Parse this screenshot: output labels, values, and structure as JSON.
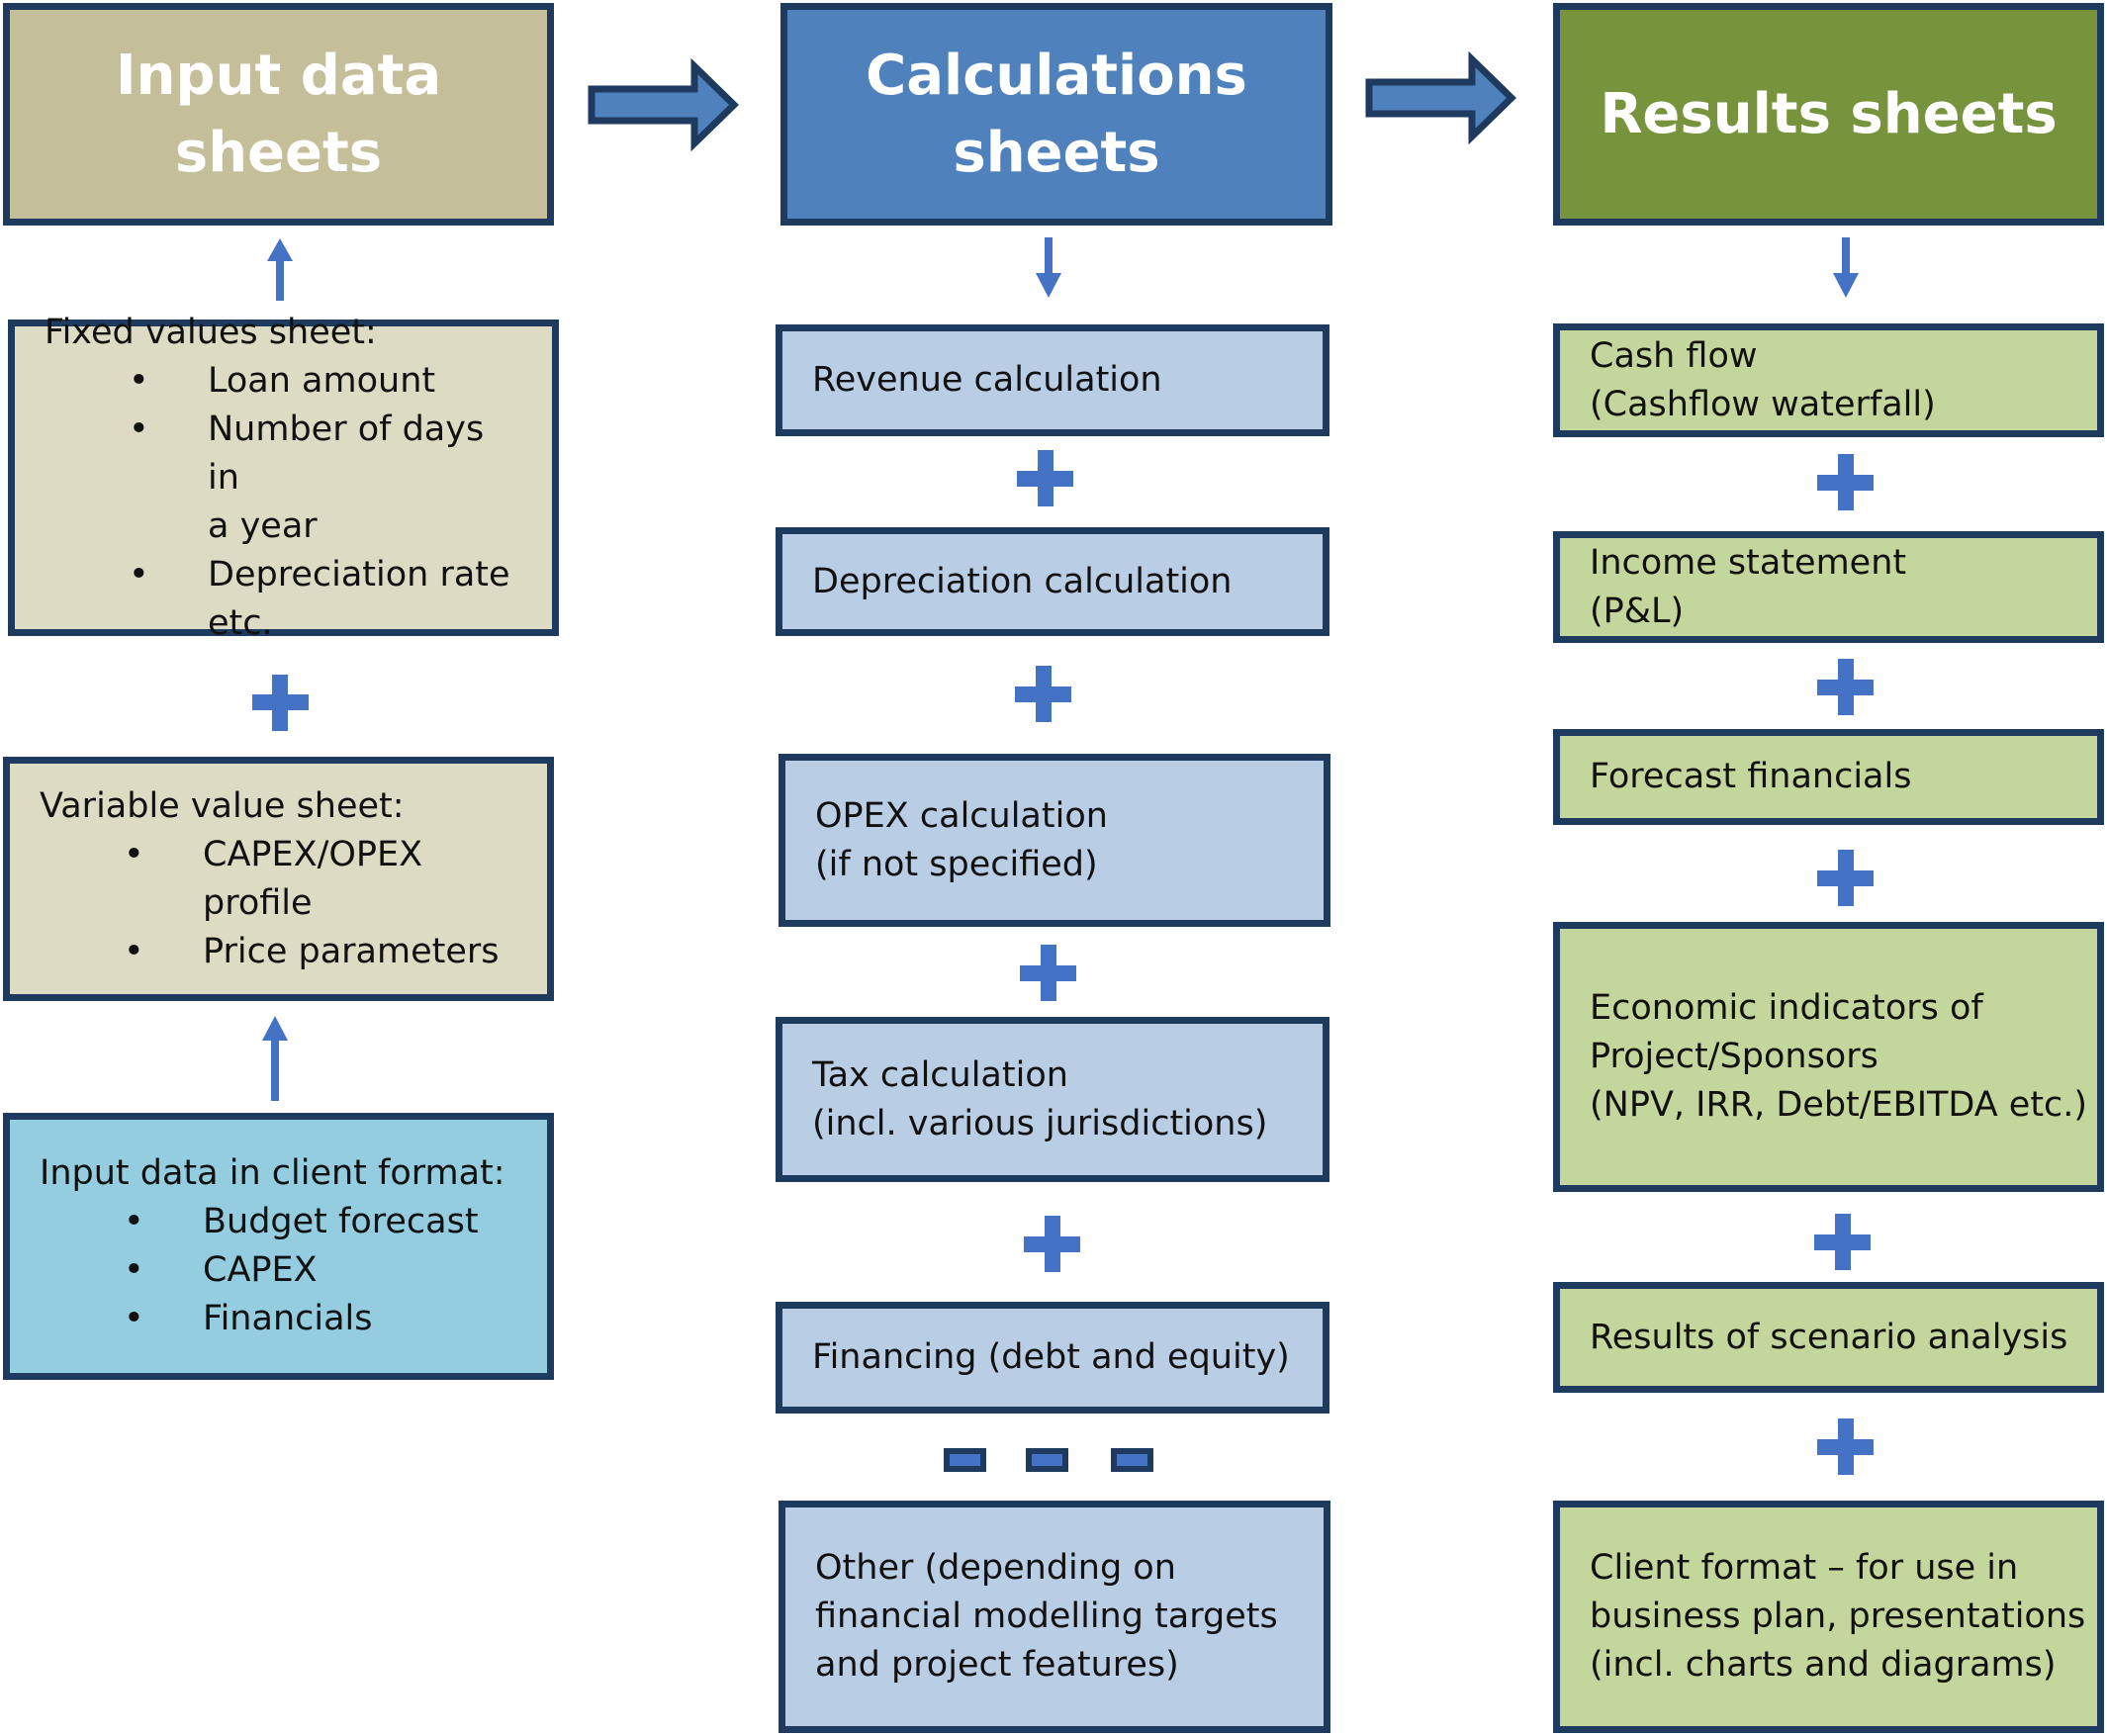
{
  "columns": {
    "input": {
      "header": "Input data sheets",
      "fixed": {
        "title": "Fixed values sheet:",
        "items": [
          {
            "lines": [
              "Loan amount"
            ]
          },
          {
            "lines": [
              "Number of days in",
              "a year"
            ]
          },
          {
            "lines": [
              "Depreciation rate",
              "etc."
            ]
          }
        ]
      },
      "variable": {
        "title": "Variable value sheet:",
        "items": [
          {
            "lines": [
              "CAPEX/OPEX",
              "profile"
            ]
          },
          {
            "lines": [
              "Price parameters"
            ]
          }
        ]
      },
      "client": {
        "title": "Input data in client format:",
        "items": [
          {
            "lines": [
              "Budget forecast"
            ]
          },
          {
            "lines": [
              "CAPEX"
            ]
          },
          {
            "lines": [
              "Financials"
            ]
          }
        ]
      }
    },
    "calc": {
      "header_lines": [
        "Calculations",
        "sheets"
      ],
      "boxes": [
        {
          "lines": [
            "Revenue calculation"
          ]
        },
        {
          "lines": [
            "Depreciation calculation"
          ]
        },
        {
          "lines": [
            "OPEX calculation",
            "(if not specified)"
          ]
        },
        {
          "lines": [
            "Tax calculation",
            "(incl. various jurisdictions)"
          ]
        },
        {
          "lines": [
            "Financing (debt and equity)"
          ]
        },
        {
          "lines": [
            "Other (depending on",
            "financial modelling targets",
            "and project features)"
          ]
        }
      ]
    },
    "results": {
      "header": "Results sheets",
      "boxes": [
        {
          "lines": [
            "Cash flow",
            "(Cashflow waterfall)"
          ]
        },
        {
          "lines": [
            "Income statement",
            "(P&L)"
          ]
        },
        {
          "lines": [
            "Forecast financials"
          ]
        },
        {
          "lines": [
            "Economic indicators of",
            "Project/Sponsors",
            "(NPV, IRR, Debt/EBITDA etc.)"
          ]
        },
        {
          "lines": [
            "Results of scenario analysis"
          ]
        },
        {
          "lines": [
            "Client format – for use in",
            "business plan, presentations",
            "(incl. charts and diagrams)"
          ]
        }
      ]
    }
  },
  "bullet_glyph": "•",
  "colors": {
    "border": "#1f3a5f",
    "connector": "#4472c4",
    "input_header": "#c4bf99",
    "input_box": "#dedbc5",
    "client_box": "#93cddf",
    "calc_header": "#4f81bd",
    "calc_box": "#b9cde5",
    "results_header": "#77933c",
    "results_box": "#c3d69b"
  }
}
